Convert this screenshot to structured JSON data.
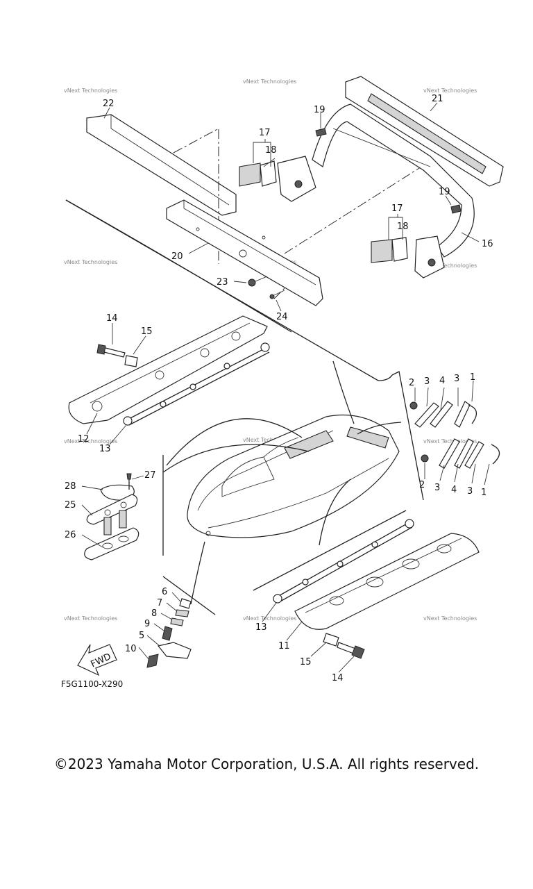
{
  "diagram": {
    "callouts": {
      "c1a": "1",
      "c1b": "1",
      "c2a": "2",
      "c2b": "2",
      "c3a": "3",
      "c3b": "3",
      "c3c": "3",
      "c3d": "3",
      "c4a": "4",
      "c4b": "4",
      "c5": "5",
      "c6": "6",
      "c7": "7",
      "c8": "8",
      "c9": "9",
      "c10": "10",
      "c11": "11",
      "c12": "12",
      "c13a": "13",
      "c13b": "13",
      "c14a": "14",
      "c14b": "14",
      "c15a": "15",
      "c15b": "15",
      "c16": "16",
      "c17a": "17",
      "c17b": "17",
      "c18a": "18",
      "c18b": "18",
      "c19a": "19",
      "c19b": "19",
      "c20": "20",
      "c21": "21",
      "c22": "22",
      "c23": "23",
      "c24": "24",
      "c25": "25",
      "c26": "26",
      "c27": "27",
      "c28": "28"
    },
    "fwd_label": "FWD",
    "diagram_code": "F5G1100-X290",
    "watermark_text": "vNext Technologies"
  },
  "footer": {
    "copyright": "©2023 Yamaha Motor Corporation, U.S.A. All rights reserved."
  }
}
